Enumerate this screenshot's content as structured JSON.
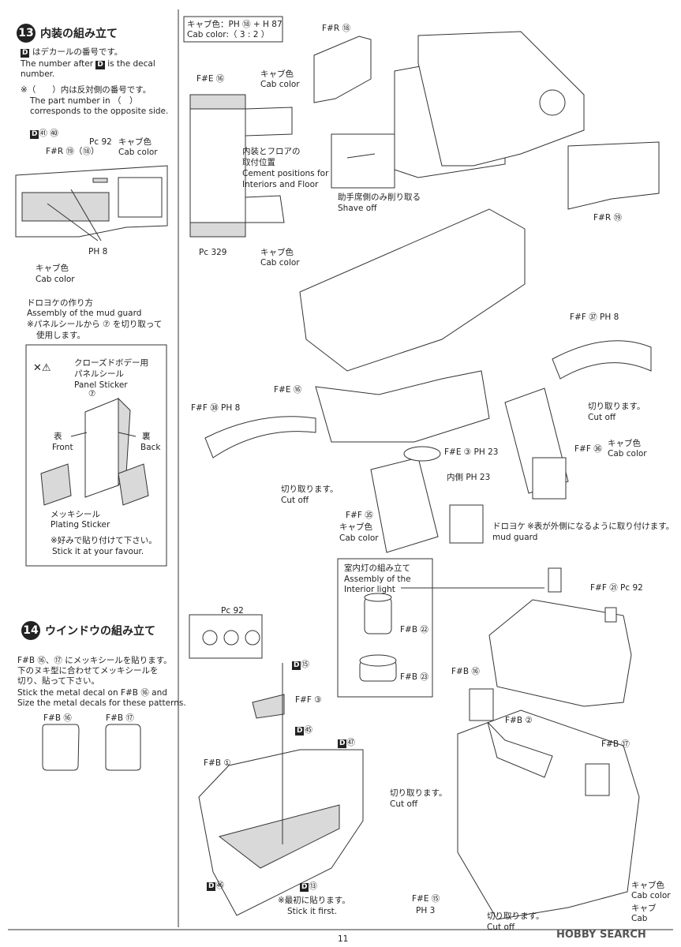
{
  "step13": {
    "num": "13",
    "title": "内装の組み立て"
  },
  "step14": {
    "num": "14",
    "title": "ウインドウの組み立て"
  },
  "notes": {
    "d_badge": "D",
    "decal_jp": "はデカールの番号です。",
    "decal_en1": "The number after",
    "decal_en2": "is the decal",
    "decal_en3": "number.",
    "opp_jp": "※（　　）内は反対側の番号です。",
    "opp_en1": "The part number in （　）",
    "opp_en2": "corresponds to the opposite side."
  },
  "left13": {
    "d41": "㊶ ㊵",
    "fr19": "F#R ⑲（⑱）",
    "pc92": "Pc 92",
    "cabcolor_jp": "キャブ色",
    "cabcolor_en": "Cab color",
    "ph8": "PH 8",
    "cab_jp2": "キャブ色",
    "cab_en2": "Cab color",
    "mud_jp": "ドロヨケの作り方",
    "mud_en": "Assembly of the mud guard",
    "mud_note1": "※パネルシールから ⑦ を切り取って",
    "mud_note2": "使用します。"
  },
  "mudbox": {
    "header_jp": "クローズドボデー用",
    "header_jp2": "パネルシール",
    "header_en": "Panel Sticker",
    "seven": "⑦",
    "front_jp": "表",
    "front_en": "Front",
    "back_jp": "裏",
    "back_en": "Back",
    "plating_jp": "メッキシール",
    "plating_en": "Plating Sticker",
    "favour_jp": "※好みで貼り付けて下さい。",
    "favour_en": "Stick it at your favour."
  },
  "step14notes": {
    "jp1": "F#B ⑯、⑰ にメッキシールを貼ります。",
    "jp2": "下のヌキ型に合わせてメッキシールを",
    "jp3": "切り、貼って下さい。",
    "en1": "Stick the metal decal on F#B ⑯ and",
    "en2": "Size the metal decals for these patterns.",
    "fb16": "F#B ⑯",
    "fb17": "F#B ⑰"
  },
  "cabbox": {
    "l1": "キャブ色：PH ⑱ + H 87",
    "l2": "Cab color:（ 3 : 2 ）"
  },
  "top_labels": {
    "fr18": "F#R ⑱",
    "fe16": "F#E ⑯",
    "cab_jp": "キャブ色",
    "cab_en": "Cab color",
    "cement_jp1": "内装とフロアの",
    "cement_jp2": "取付位置",
    "cement_en1": "Cement positions for",
    "cement_en2": "Interiors and Floor",
    "pc329": "Pc 329",
    "cab_jp3": "キャブ色",
    "cab_en3": "Cab color",
    "shave_jp": "助手席側のみ削り取る",
    "shave_en": "Shave off",
    "fr19": "F#R ⑲"
  },
  "mid_labels": {
    "ff37": "F#F ㊲ PH 8",
    "fe16": "F#E ⑯",
    "ff38": "F#F ㊳ PH 8",
    "cut_jp": "切り取ります。",
    "cut_en": "Cut off",
    "ff36": "F#F ㊱",
    "cab_jp": "キャブ色",
    "cab_en": "Cab color",
    "fe3": "F#E ③ PH 23",
    "inner": "内側 PH 23",
    "cut_jp2": "切り取ります。",
    "cut_en2": "Cut off",
    "ff35": "F#F ㉟",
    "cab_jp2": "キャブ色",
    "cab_en2": "Cab color",
    "mud_jp": "ドロヨケ",
    "mud_en": "mud guard",
    "mud_note": "※表が外側になるように取り付けます。"
  },
  "bottom_labels": {
    "light_jp": "室内灯の組み立て",
    "light_en1": "Assembly of the",
    "light_en2": "Interior light",
    "fb22": "F#B ㉒",
    "fb23": "F#B ㉓",
    "ff21": "F#F ㉑ Pc 92",
    "pc92": "Pc 92",
    "d15": "⑮",
    "ff3": "F#F ③",
    "d45": "㊺",
    "d47": "㊼",
    "fb1": "F#B ①",
    "d46": "㊻",
    "d13": "⑬",
    "first_jp": "※最初に貼ります。",
    "first_en": "Stick it first.",
    "fb16": "F#B ⑯",
    "fb2": "F#B ②",
    "fb17": "F#B ⑰",
    "cut_jp": "切り取ります。",
    "cut_en": "Cut off",
    "fe15": "F#E ⑮",
    "ph3": "PH 3",
    "cut_jp2": "切り取ります。",
    "cut_en2": "Cut off",
    "cab_jp": "キャブ色",
    "cab_en": "Cab color",
    "cab2_jp": "キャブ",
    "cab2_en": "Cab"
  },
  "footer": {
    "page": "11",
    "watermark": "HOBBY SEARCH"
  }
}
